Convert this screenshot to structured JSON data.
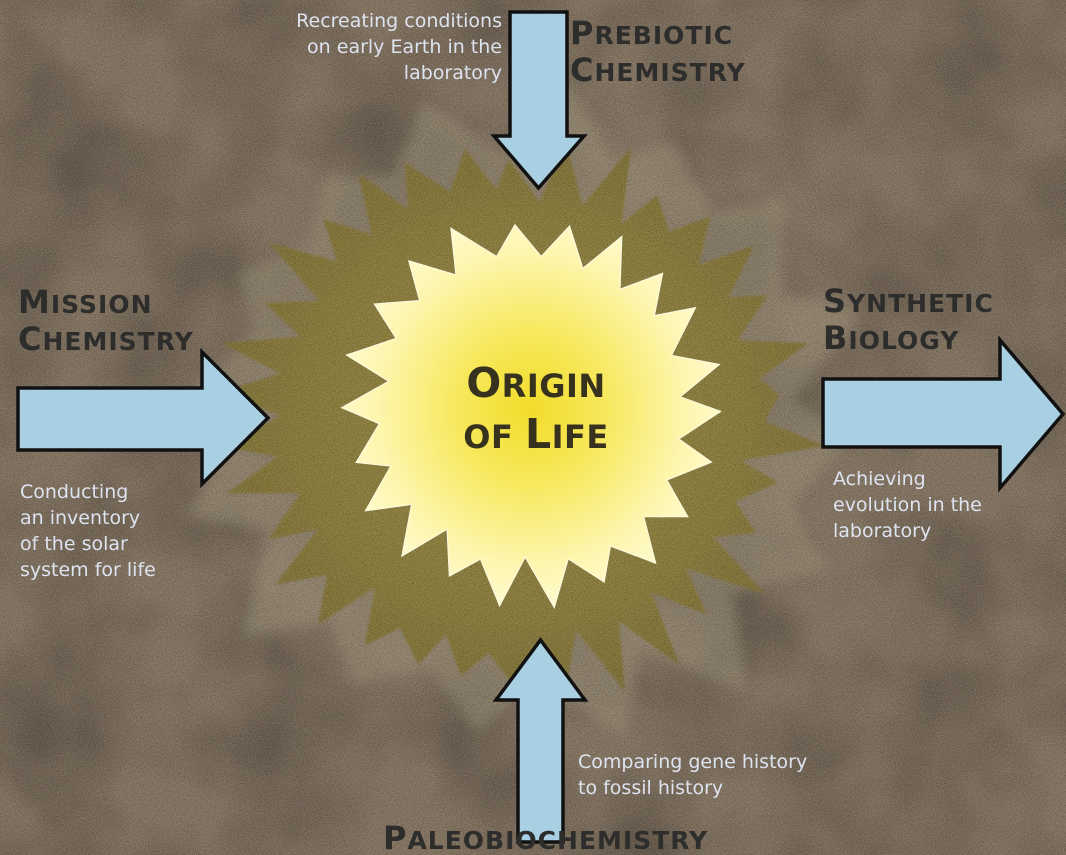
{
  "center": {
    "title_words": [
      "ORIGIN",
      "OF",
      "LIFE"
    ]
  },
  "prebiotic": {
    "title_lines": [
      "PREBIOTIC",
      "CHEMISTRY"
    ],
    "description_lines": [
      "Recreating conditions",
      "on early Earth in the",
      "laboratory"
    ]
  },
  "mission": {
    "title_lines": [
      "MISSION",
      "CHEMISTRY"
    ],
    "description_lines": [
      "Conducting",
      "an inventory",
      "of the solar",
      "system for life"
    ]
  },
  "synthetic": {
    "title_lines": [
      "SYNTHETIC",
      "BIOLOGY"
    ],
    "description_lines": [
      "Achieving",
      "evolution in the",
      "laboratory"
    ]
  },
  "paleo": {
    "title_lines": [
      "PALEOBIOCHEMISTRY"
    ],
    "description_lines": [
      "Comparing gene history",
      "to fossil history"
    ]
  },
  "colors": {
    "background": "#857562",
    "splat": "#8b7d3c",
    "splat_rays": "#a0957c",
    "sun_core": "#f2dc2a",
    "sun_edge": "#fffbd8",
    "arrow_fill": "#a8d0e2",
    "arrow_outline": "#111111",
    "title_text": "#2d2d2b",
    "description_text": "#dde3ef"
  }
}
